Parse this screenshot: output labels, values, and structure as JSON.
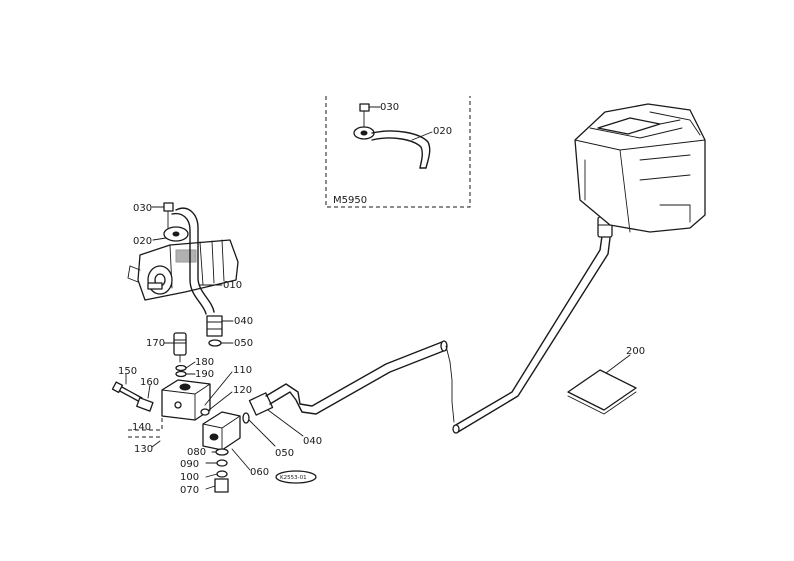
{
  "inset": {
    "label": "M5950"
  },
  "stamp": {
    "code": "K2553-01"
  },
  "callouts": {
    "inset_030": "030",
    "inset_020": "020",
    "p030": "030",
    "p020": "020",
    "p010": "010",
    "p040_top": "040",
    "p050_top": "050",
    "p170": "170",
    "p180": "180",
    "p190": "190",
    "p110": "110",
    "p150": "150",
    "p160": "160",
    "p120": "120",
    "p140": "140",
    "p130": "130",
    "p080": "080",
    "p090": "090",
    "p100": "100",
    "p070": "070",
    "p060": "060",
    "p050_bottom": "050",
    "p040_bottom": "040",
    "p200": "200"
  }
}
